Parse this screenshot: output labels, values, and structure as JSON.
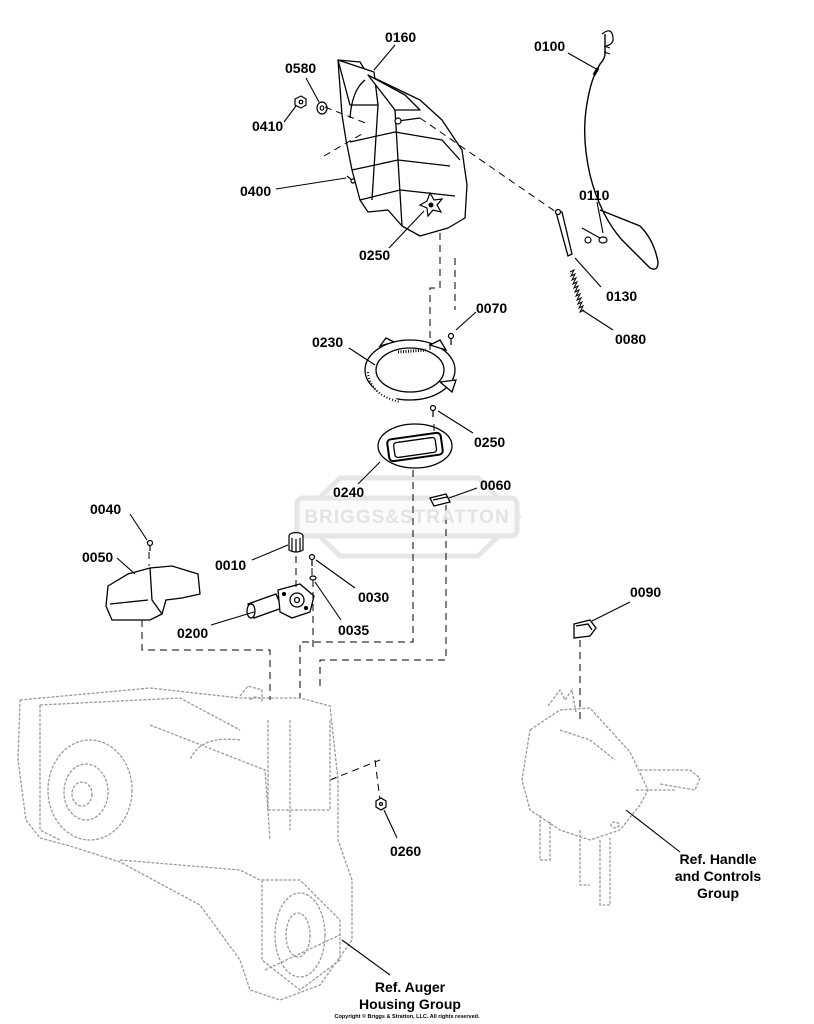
{
  "labels": {
    "p0160": "0160",
    "p0580": "0580",
    "p0410": "0410",
    "p0400": "0400",
    "p0250a": "0250",
    "p0100": "0100",
    "p0110": "0110",
    "p0130": "0130",
    "p0080": "0080",
    "p0070": "0070",
    "p0230": "0230",
    "p0250b": "0250",
    "p0240": "0240",
    "p0060": "0060",
    "p0040": "0040",
    "p0050": "0050",
    "p0010": "0010",
    "p0030": "0030",
    "p0200": "0200",
    "p0035": "0035",
    "p0090": "0090",
    "p0260": "0260"
  },
  "references": {
    "handle_line1": "Ref. Handle",
    "handle_line2": "and Controls",
    "handle_line3": "Group",
    "auger_line1": "Ref. Auger",
    "auger_line2": "Housing Group"
  },
  "watermark": "BRIGGS&STRATTON",
  "copyright": "Copyright © Briggs & Stratton, LLC. All rights reserved."
}
